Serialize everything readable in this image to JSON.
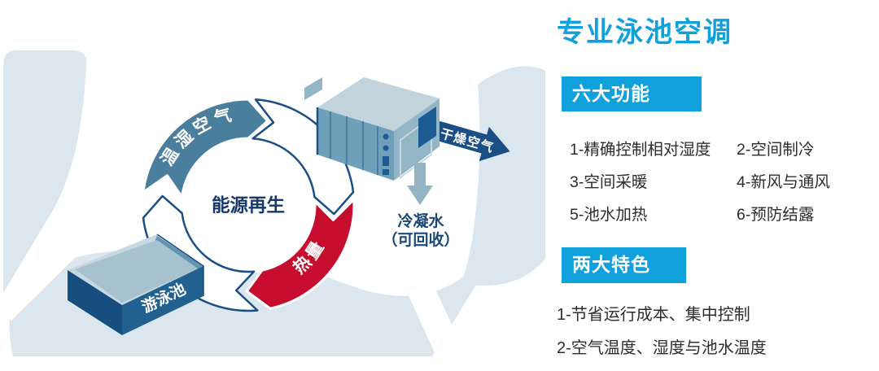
{
  "title": "专业泳池空调",
  "colors": {
    "accent": "#10A1DC",
    "navy": "#1A4E85",
    "dark_navy_text": "#16386B",
    "arc_blue": "#4A7E9D",
    "arc_red": "#C60D2E",
    "pale_bg": "#DBE6EE",
    "body_text": "#2D2D2D",
    "machine_top": "#C2D3DC",
    "machine_front": "#6FA0BA",
    "machine_side": "#93B6C7",
    "machine_detail": "#1D5C92",
    "pool_front": "#21608F",
    "pool_side": "#174E80",
    "pool_water": "#A6C2CE",
    "pool_rim": "#C7D8E0",
    "pool_wall": "#6394B0",
    "condensate_arrow": "#95B4C3"
  },
  "diagram": {
    "center_label": "能源再生",
    "humid_air_label": "温湿空气",
    "heat_label": "热量",
    "pool_label": "游泳池",
    "dry_air_label": "干燥空气",
    "condensate_label_line1": "冷凝水",
    "condensate_label_line2": "（可回收）"
  },
  "sections": [
    {
      "heading": "六大功能",
      "items": [
        "1-精确控制相对湿度",
        "2-空间制冷",
        "3-空间采暖",
        "4-新风与通风",
        "5-池水加热",
        "6-预防结露"
      ]
    },
    {
      "heading": "两大特色",
      "items": [
        "1-节省运行成本、集中控制",
        "2-空气温度、湿度与池水温度"
      ]
    }
  ]
}
